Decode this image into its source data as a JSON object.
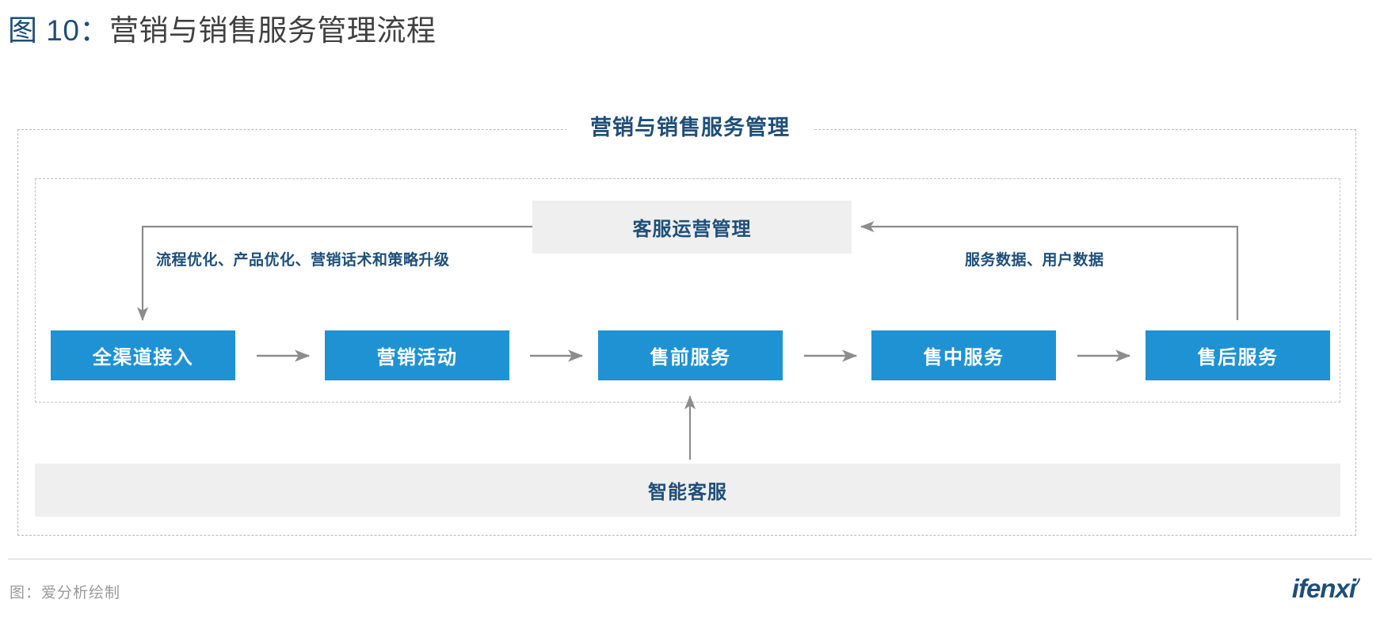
{
  "figure": {
    "number_label": "图 10：",
    "title": "营销与销售服务管理流程"
  },
  "diagram": {
    "heading": "营销与销售服务管理",
    "top_box": {
      "label": "客服运营管理"
    },
    "bottom_box": {
      "label": "智能客服"
    },
    "process_steps": [
      {
        "label": "全渠道接入"
      },
      {
        "label": "营销活动"
      },
      {
        "label": "售前服务"
      },
      {
        "label": "售中服务"
      },
      {
        "label": "售后服务"
      }
    ],
    "annotations": {
      "left_feedback": "流程优化、产品优化、营销话术和策略升级",
      "right_feedback": "服务数据、用户数据"
    },
    "colors": {
      "process_box": "#1F92D4",
      "process_text": "#FFFFFF",
      "gray_box": "#EFEFEF",
      "heading_text": "#1F4E79",
      "connector": "#8C8C8C",
      "frame_dashed": "#B9B9B9"
    }
  },
  "footer": {
    "note": "图：爱分析绘制",
    "logo_text": "ifenxi"
  }
}
